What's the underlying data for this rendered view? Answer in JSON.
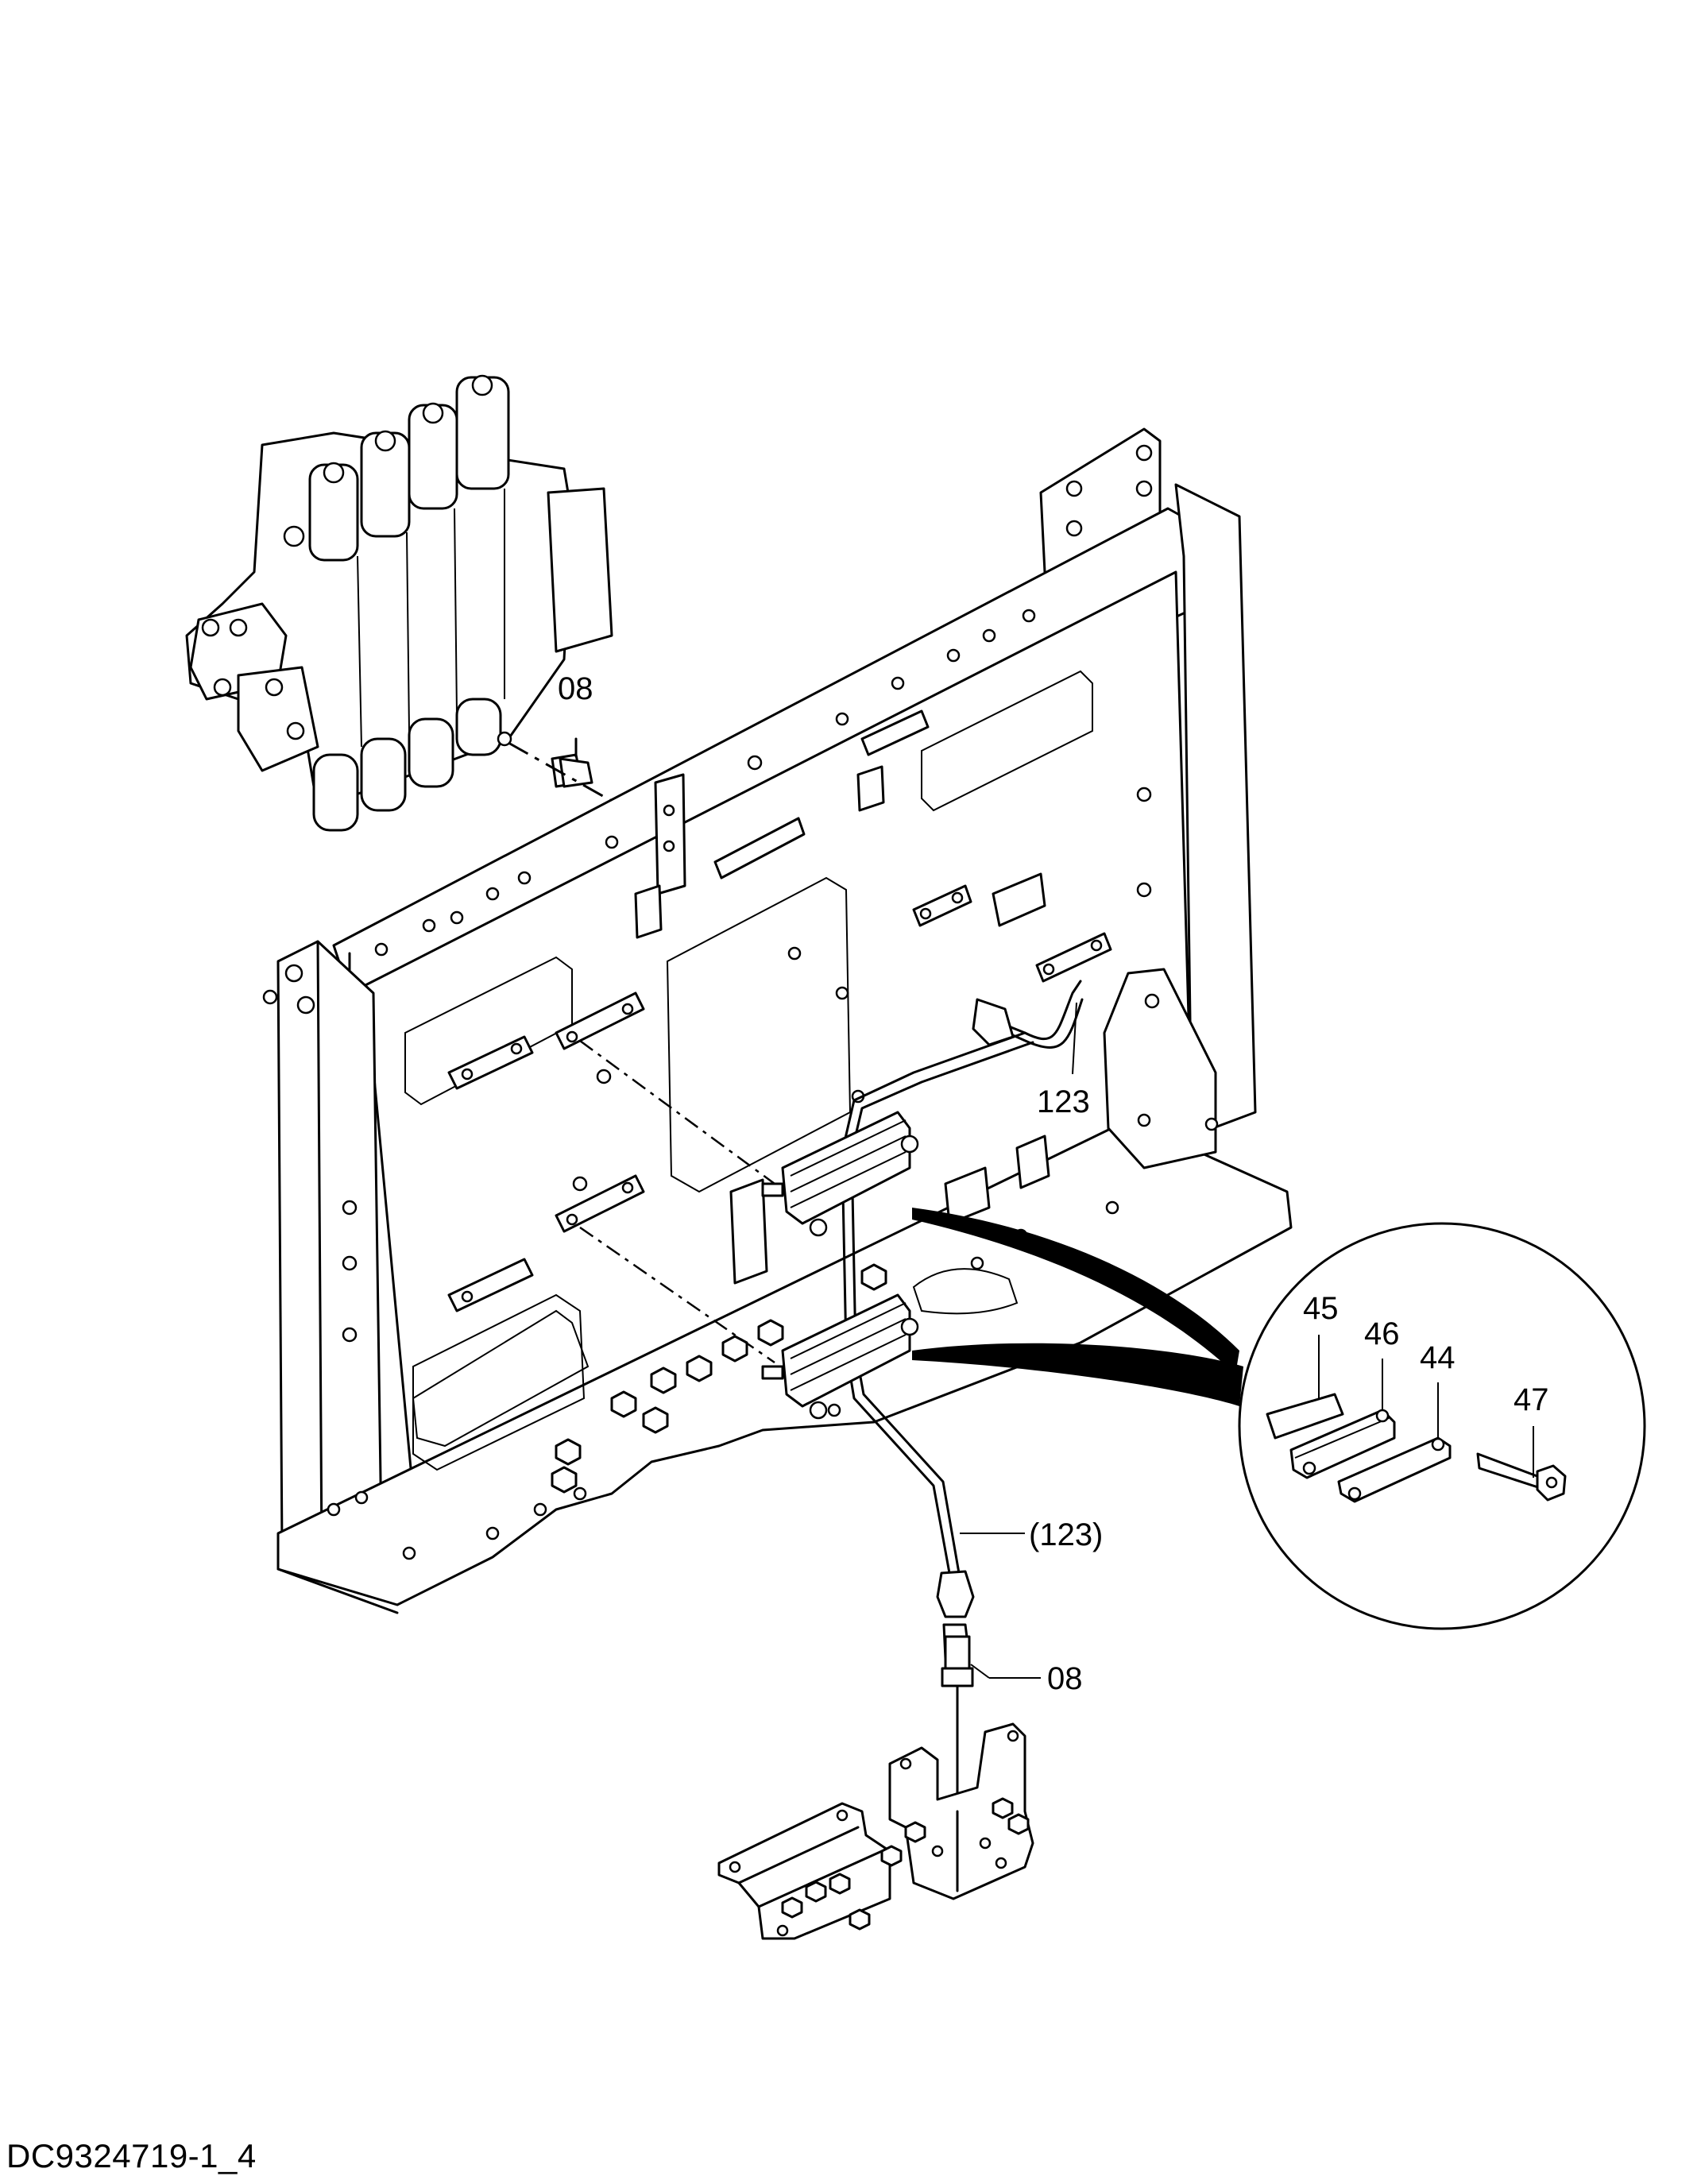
{
  "callouts": {
    "valve_fitting": "08",
    "pipe_upper": "123",
    "pipe_lower": "(123)",
    "valve_fitting_lower": "08",
    "clamp_45": "45",
    "clamp_46": "46",
    "clamp_44": "44",
    "bolt_47": "47"
  },
  "document_id": "DC9324719-1_4"
}
